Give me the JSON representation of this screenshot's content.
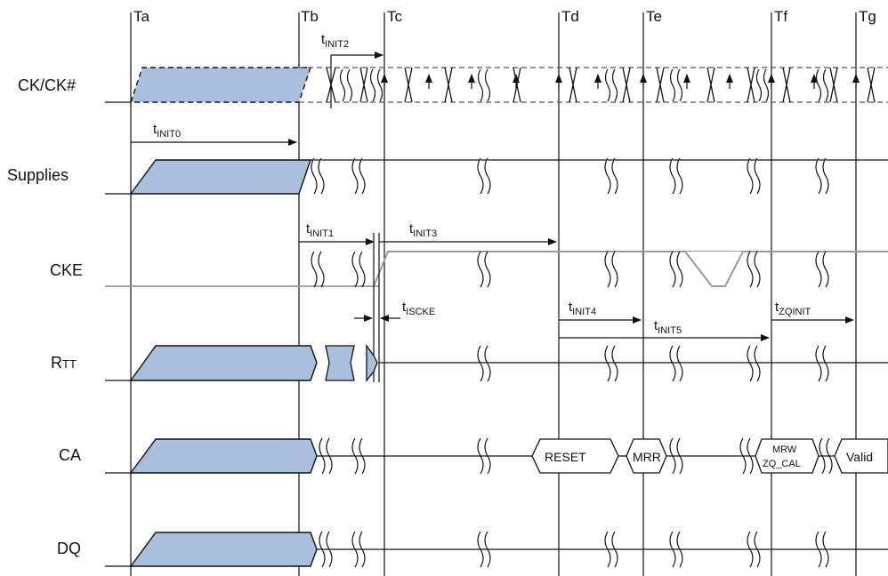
{
  "diagram": {
    "time_markers": [
      "Ta",
      "Tb",
      "Tc",
      "Td",
      "Te",
      "Tf",
      "Tg"
    ],
    "signals": {
      "clock": "CK/CK#",
      "supplies": "Supplies",
      "cke": "CKE",
      "rtt_main": "R",
      "rtt_sub": "TT",
      "ca": "CA",
      "dq": "DQ"
    },
    "timings": [
      {
        "base": "t",
        "sub": "INIT0"
      },
      {
        "base": "t",
        "sub": "INIT1"
      },
      {
        "base": "t",
        "sub": "INIT2"
      },
      {
        "base": "t",
        "sub": "INIT3"
      },
      {
        "base": "t",
        "sub": "ISCKE"
      },
      {
        "base": "t",
        "sub": "INIT4"
      },
      {
        "base": "t",
        "sub": "INIT5"
      },
      {
        "base": "t",
        "sub": "ZQINIT"
      }
    ],
    "ca_commands": {
      "reset": "RESET",
      "mrr": "MRR",
      "mrw_line1": "MRW",
      "mrw_line2": "ZQ_CAL",
      "valid": "Valid"
    },
    "colors": {
      "ink": "#111111",
      "fill": "#a9bfdc",
      "cke_low": "#9a9a9a"
    }
  }
}
